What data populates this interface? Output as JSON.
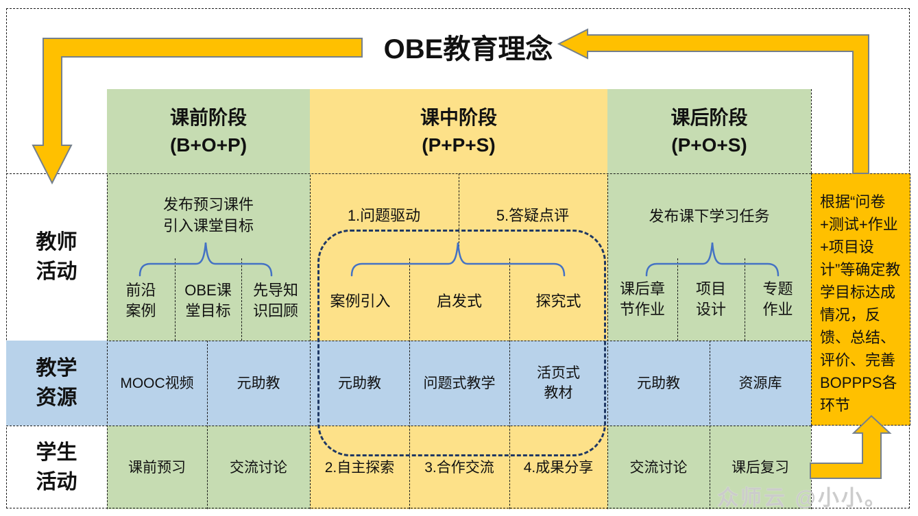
{
  "title": "OBE教育理念",
  "watermark": "众师云 @小小。",
  "row_labels": {
    "teacher": "教师\n活动",
    "resource": "教学\n资源",
    "student": "学生\n活动"
  },
  "headers": {
    "pre": {
      "name": "课前阶段",
      "code": "(B+O+P)"
    },
    "mid": {
      "name": "课中阶段",
      "code": "(P+P+S)"
    },
    "post": {
      "name": "课后阶段",
      "code": "(P+O+S)"
    }
  },
  "teacher": {
    "pre": {
      "main": "发布预习课件\n引入课堂目标",
      "items": [
        "前沿\n案例",
        "OBE课\n堂目标",
        "先导知\n识回顾"
      ]
    },
    "mid": {
      "label_left": "1.问题驱动",
      "label_right": "5.答疑点评",
      "items": [
        "案例引入",
        "启发式",
        "探究式"
      ]
    },
    "post": {
      "main": "发布课下学习任务",
      "items": [
        "课后章\n节作业",
        "项目\n设计",
        "专题\n作业"
      ]
    }
  },
  "resources": {
    "pre": [
      "MOOC视频",
      "元助教"
    ],
    "mid": [
      "元助教",
      "问题式教学",
      "活页式\n教材"
    ],
    "post": [
      "元助教",
      "资源库"
    ]
  },
  "students": {
    "pre": [
      "课前预习",
      "交流讨论"
    ],
    "mid": [
      "2.自主探索",
      "3.合作交流",
      "4.成果分享"
    ],
    "post": [
      "交流讨论",
      "课后复习"
    ]
  },
  "feedback": "根据“问卷+测试+作业+项目设计”等确定教学目标达成情况，反馈、总结、评价、完善BOPPPS各环节",
  "colors": {
    "green": "#c6dcb2",
    "yellow": "#fde189",
    "blue": "#b8d2ea",
    "orange": "#ffc000",
    "brace": "#4472c4",
    "loop_dash": "#1f3864"
  }
}
